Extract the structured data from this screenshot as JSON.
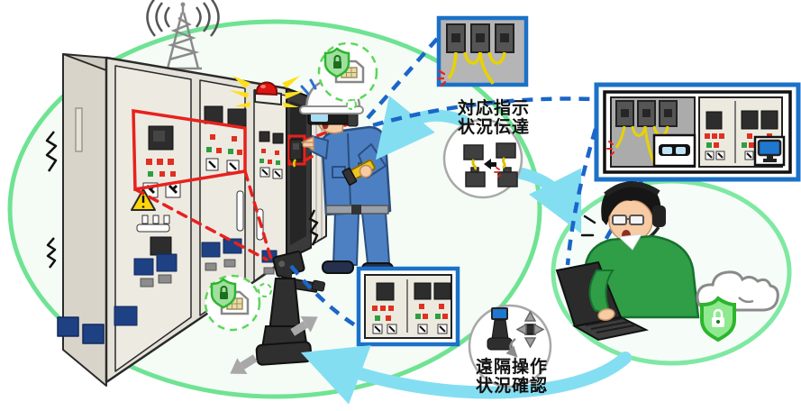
{
  "labels": {
    "communication": {
      "line1": "対応指示",
      "line2": "状況伝達"
    },
    "remote": {
      "line1": "遠隔操作",
      "line2": "状況確認"
    }
  },
  "icons": [
    "cell-tower-icon",
    "radio-wave-icon",
    "alarm-beacon-icon",
    "warning-triangle-icon",
    "sim-card-icon",
    "security-shield-lock-icon",
    "ar-glasses-icon",
    "helmet-icon",
    "flashlight-icon",
    "robot-camera-icon",
    "dpad-icon",
    "monitor-icon",
    "headset-icon",
    "laptop-icon",
    "cloud-icon",
    "noise-zigzag-icon"
  ],
  "palette": {
    "site_ellipse_stroke": "#6fe393",
    "office_ellipse_stroke": "#7fe8a2",
    "ellipse_fill": "#f2fcf4",
    "cyan_arrow": "#84def2",
    "link_dashed_blue": "#1b66c8",
    "frame_blue": "#1b71c8",
    "alert_red": "#e8211c",
    "wire_yellow": "#e8d200",
    "panel_beige": "#e4e1d8",
    "uniform_blue": "#4d80c2",
    "sweater_green": "#2f9e47",
    "shield_green": "#2db52d"
  }
}
